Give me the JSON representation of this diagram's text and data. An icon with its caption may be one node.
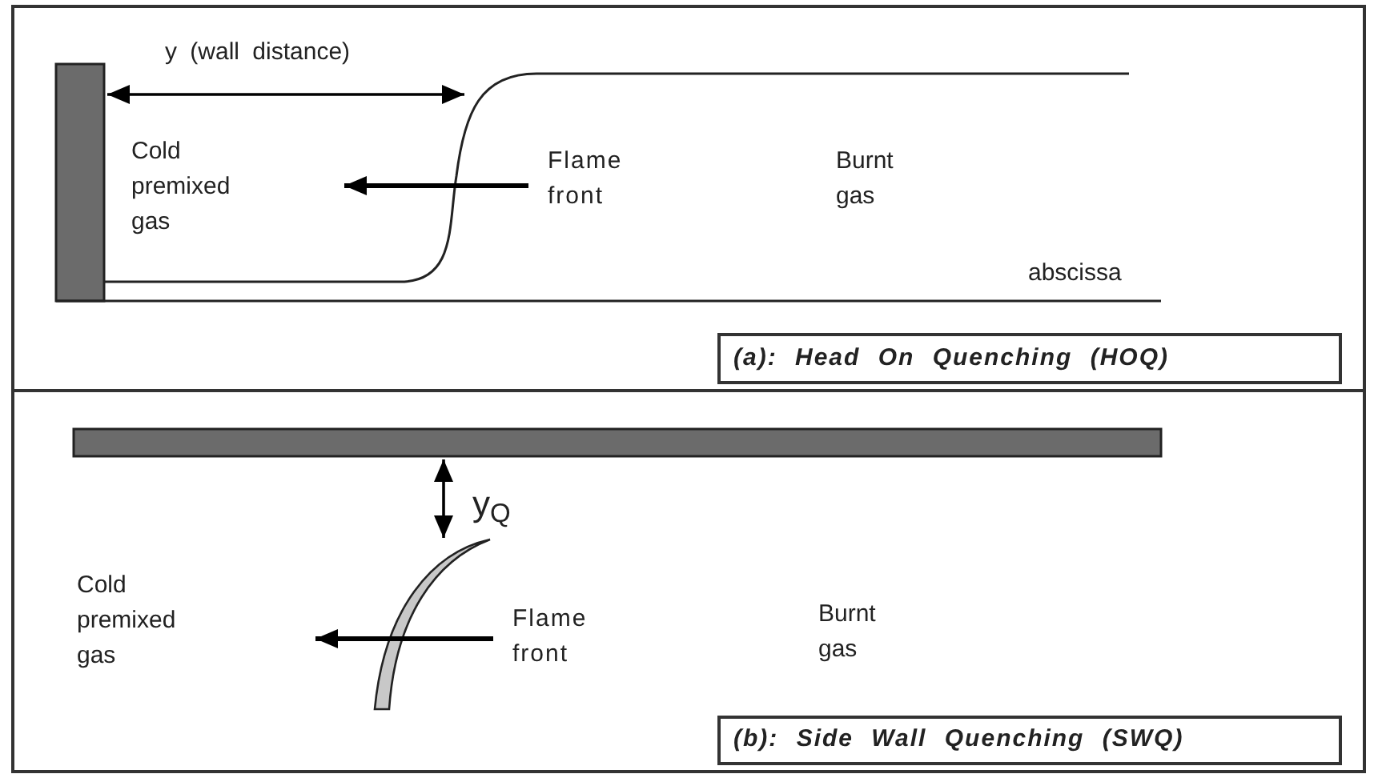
{
  "diagram": {
    "nodes": [
      {
        "text": [
          "(a): Head On Quenching (HOQ)"
        ]
      },
      {
        "text": [
          "(b): Side Wall Quenching (SWQ)"
        ]
      }
    ],
    "labels": [
      "y (wall distance)",
      "Cold premixed gas",
      "Flame front",
      "Burnt gas",
      "abscissa",
      "y$_{Q}$",
      "Cold premixed gas",
      "Flame front",
      "Burnt gas"
    ]
  }
}
